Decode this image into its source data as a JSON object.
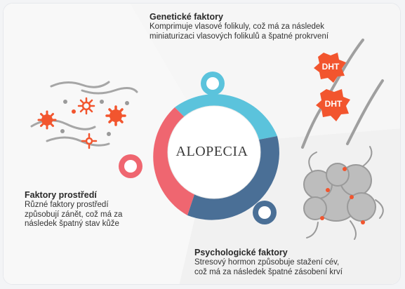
{
  "diagram": {
    "center_label": "ALOPECIA",
    "factors": [
      {
        "id": "genetic",
        "title": "Genetické faktory",
        "description_lines": [
          "Komprimuje vlasové folikuly, což má za následek",
          "miniaturizaci vlasových folikulů a špatné prokrvení"
        ],
        "color": "#5bc3dc"
      },
      {
        "id": "environment",
        "title": "Faktory prostředí",
        "description_lines": [
          "Různé faktory prostředí",
          "způsobují zánět, což má za",
          "následek špatný stav kůže"
        ],
        "color": "#ef6670"
      },
      {
        "id": "psychological",
        "title": "Psychologické faktory",
        "description_lines": [
          "Stresový hormon způsobuje stažení cév,",
          "což má za následek špatné zásobení krví"
        ],
        "color": "#4a6f96"
      }
    ],
    "dht_labels": [
      "DHT",
      "DHT"
    ],
    "colors": {
      "accent_red": "#f2552e",
      "hair_gray": "#a6a6a6",
      "sector_bg": "#f2f2f2",
      "dot_gray": "#9a9a9a"
    }
  }
}
